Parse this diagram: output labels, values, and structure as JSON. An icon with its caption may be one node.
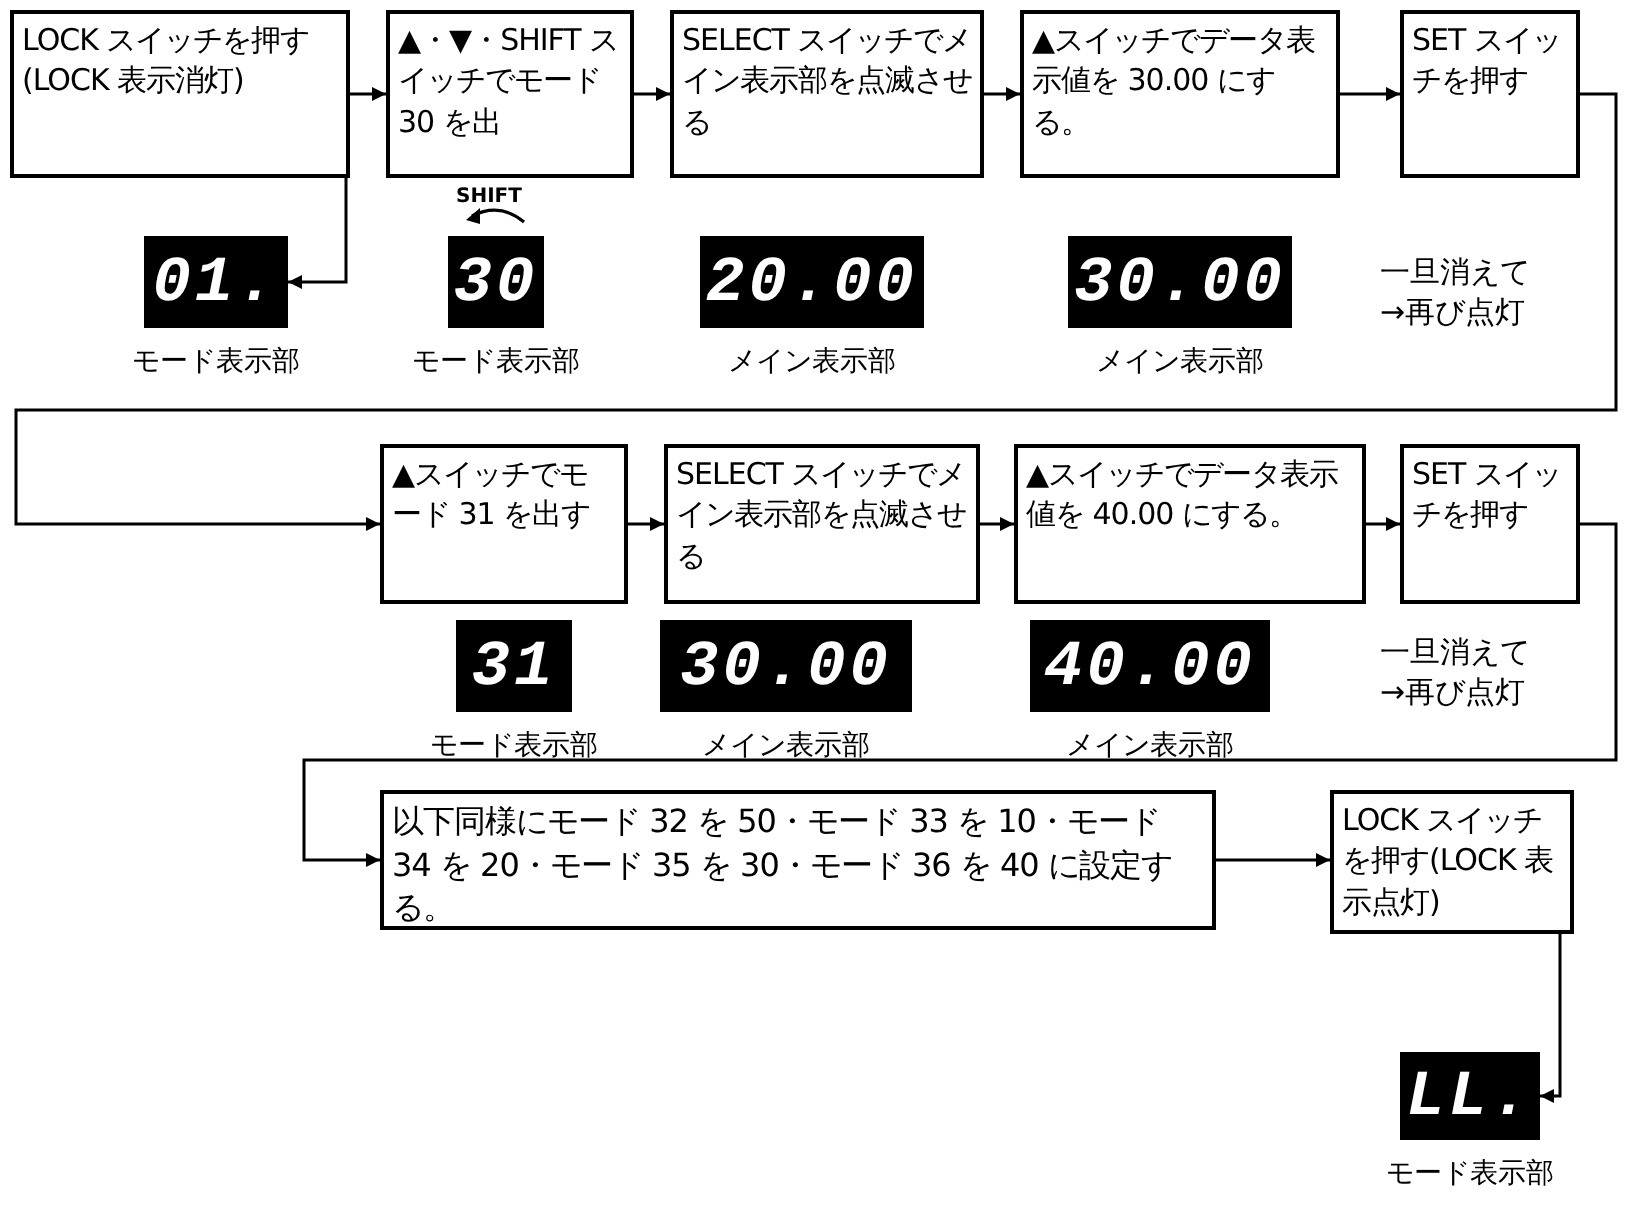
{
  "diagram": {
    "nodes": [
      {
        "text": [
          "LOCK スイッチを押す(LOCK 表示消灯)"
        ]
      },
      {
        "text": [
          "▲・▼・SHIFT スイッチでモード 30 を出"
        ]
      },
      {
        "text": [
          "SELECT スイッチでメイン表示部を点滅させる"
        ]
      },
      {
        "text": [
          "▲スイッチでデータ表示値を 30.00 にする。"
        ]
      },
      {
        "text": [
          "SET スイッチを押す"
        ]
      },
      {
        "text": [
          "01."
        ],
        "beside": [
          "モード表示部"
        ]
      },
      {
        "text": [
          "30"
        ],
        "beside": [
          "モード表示部"
        ]
      },
      {
        "text": [
          "20.00"
        ],
        "beside": [
          "メイン表示部"
        ]
      },
      {
        "text": [
          "30.00"
        ],
        "beside": [
          "メイン表示部"
        ]
      },
      {
        "text": [
          "▲スイッチでモード 31 を出す"
        ]
      },
      {
        "text": [
          "SELECT スイッチでメイン表示部を点滅させる"
        ]
      },
      {
        "text": [
          "▲スイッチでデータ表示値を 40.00 にする。"
        ]
      },
      {
        "text": [
          "SET スイッチを押す"
        ]
      },
      {
        "text": [
          "31"
        ],
        "beside": [
          "モード表示部"
        ]
      },
      {
        "text": [
          "30.00"
        ],
        "beside": [
          "メイン表示部"
        ]
      },
      {
        "text": [
          "40.00"
        ],
        "beside": [
          "メイン表示部"
        ]
      },
      {
        "text": [
          "以下同様にモード 32 を 50・モード 33 を 10・モード 34 を 20・モード 35 を 30・モード 36 を 40 に設定する。"
        ]
      },
      {
        "text": [
          "LOCK スイッチを押す(LOCK 表示点灯)"
        ]
      },
      {
        "text": [
          "LL."
        ],
        "beside": [
          "モード表示部"
        ]
      }
    ],
    "edges": [
      {
        "from": 0,
        "to": 1,
        "arrow": "to"
      },
      {
        "from": 1,
        "to": 2,
        "arrow": "to"
      },
      {
        "from": 2,
        "to": 3,
        "arrow": "to"
      },
      {
        "from": 3,
        "to": 4,
        "arrow": "to"
      },
      {
        "from": 0,
        "to": 5,
        "arrow": "to"
      },
      {
        "from": 4,
        "to": 9,
        "arrow": "to"
      },
      {
        "from": 9,
        "to": 10,
        "arrow": "to"
      },
      {
        "from": 10,
        "to": 11,
        "arrow": "to"
      },
      {
        "from": 11,
        "to": 12,
        "arrow": "to"
      },
      {
        "from": 12,
        "to": 16,
        "arrow": "to"
      },
      {
        "from": 16,
        "to": 17,
        "arrow": "to"
      },
      {
        "from": 17,
        "to": 18,
        "arrow": "to"
      }
    ],
    "labels": [
      "SHIFT",
      "一旦消えて→再び点灯",
      "一旦消えて→再び点灯"
    ]
  }
}
